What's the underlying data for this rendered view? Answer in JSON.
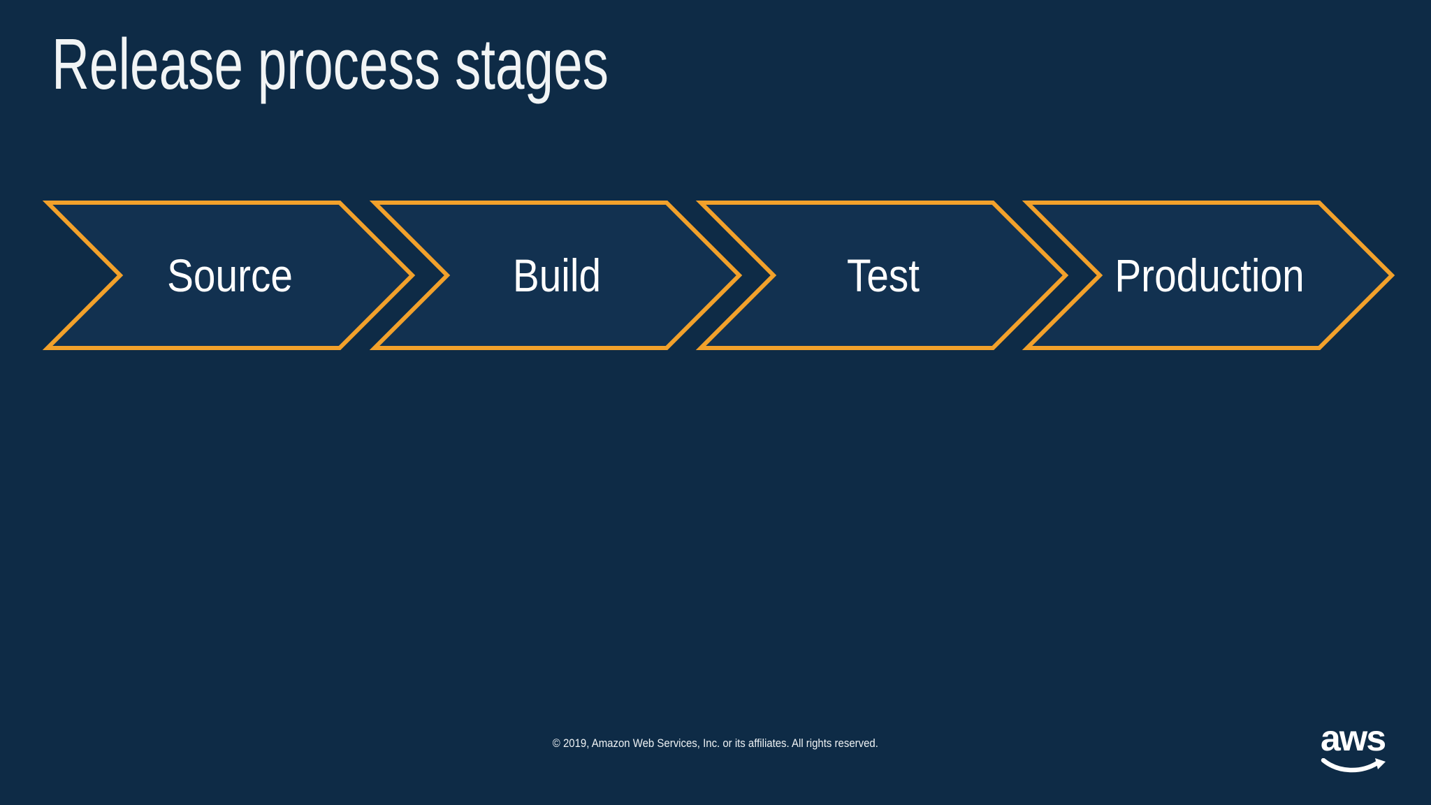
{
  "slide": {
    "title": "Release process stages",
    "stages": [
      {
        "label": "Source"
      },
      {
        "label": "Build"
      },
      {
        "label": "Test"
      },
      {
        "label": "Production"
      }
    ],
    "footer": "© 2019, Amazon Web Services, Inc. or its affiliates. All rights reserved.",
    "logo": {
      "text": "aws"
    },
    "colors": {
      "background": "#0e2b46",
      "chevron_fill": "#123150",
      "chevron_outline": "#f2a12b",
      "title_text": "#f1f4f5",
      "stage_text": "#ffffff"
    }
  }
}
